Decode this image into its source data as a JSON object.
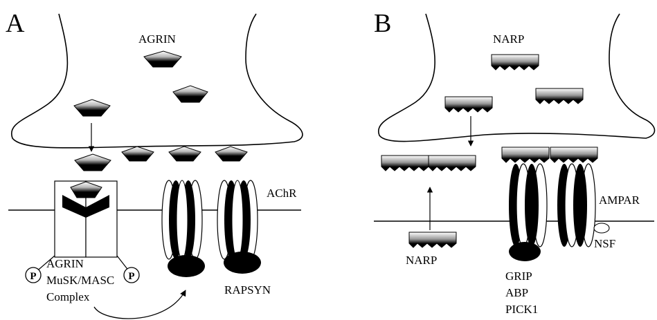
{
  "panel_a": {
    "letter": "A",
    "agrin_top": "AGRIN",
    "achr": "AChR",
    "phospho_left": "P",
    "phospho_right": "P",
    "complex_lines": [
      "AGRIN",
      "MuSK/MASC",
      "Complex"
    ],
    "rapsyn": "RAPSYN"
  },
  "panel_b": {
    "letter": "B",
    "narp_top": "NARP",
    "ampar": "AMPAR",
    "nsf": "NSF",
    "narp_bottom": "NARP",
    "grip_lines": [
      "GRIP",
      "ABP",
      "PICK1"
    ]
  },
  "colors": {
    "ink": "#000000",
    "background": "#ffffff"
  }
}
